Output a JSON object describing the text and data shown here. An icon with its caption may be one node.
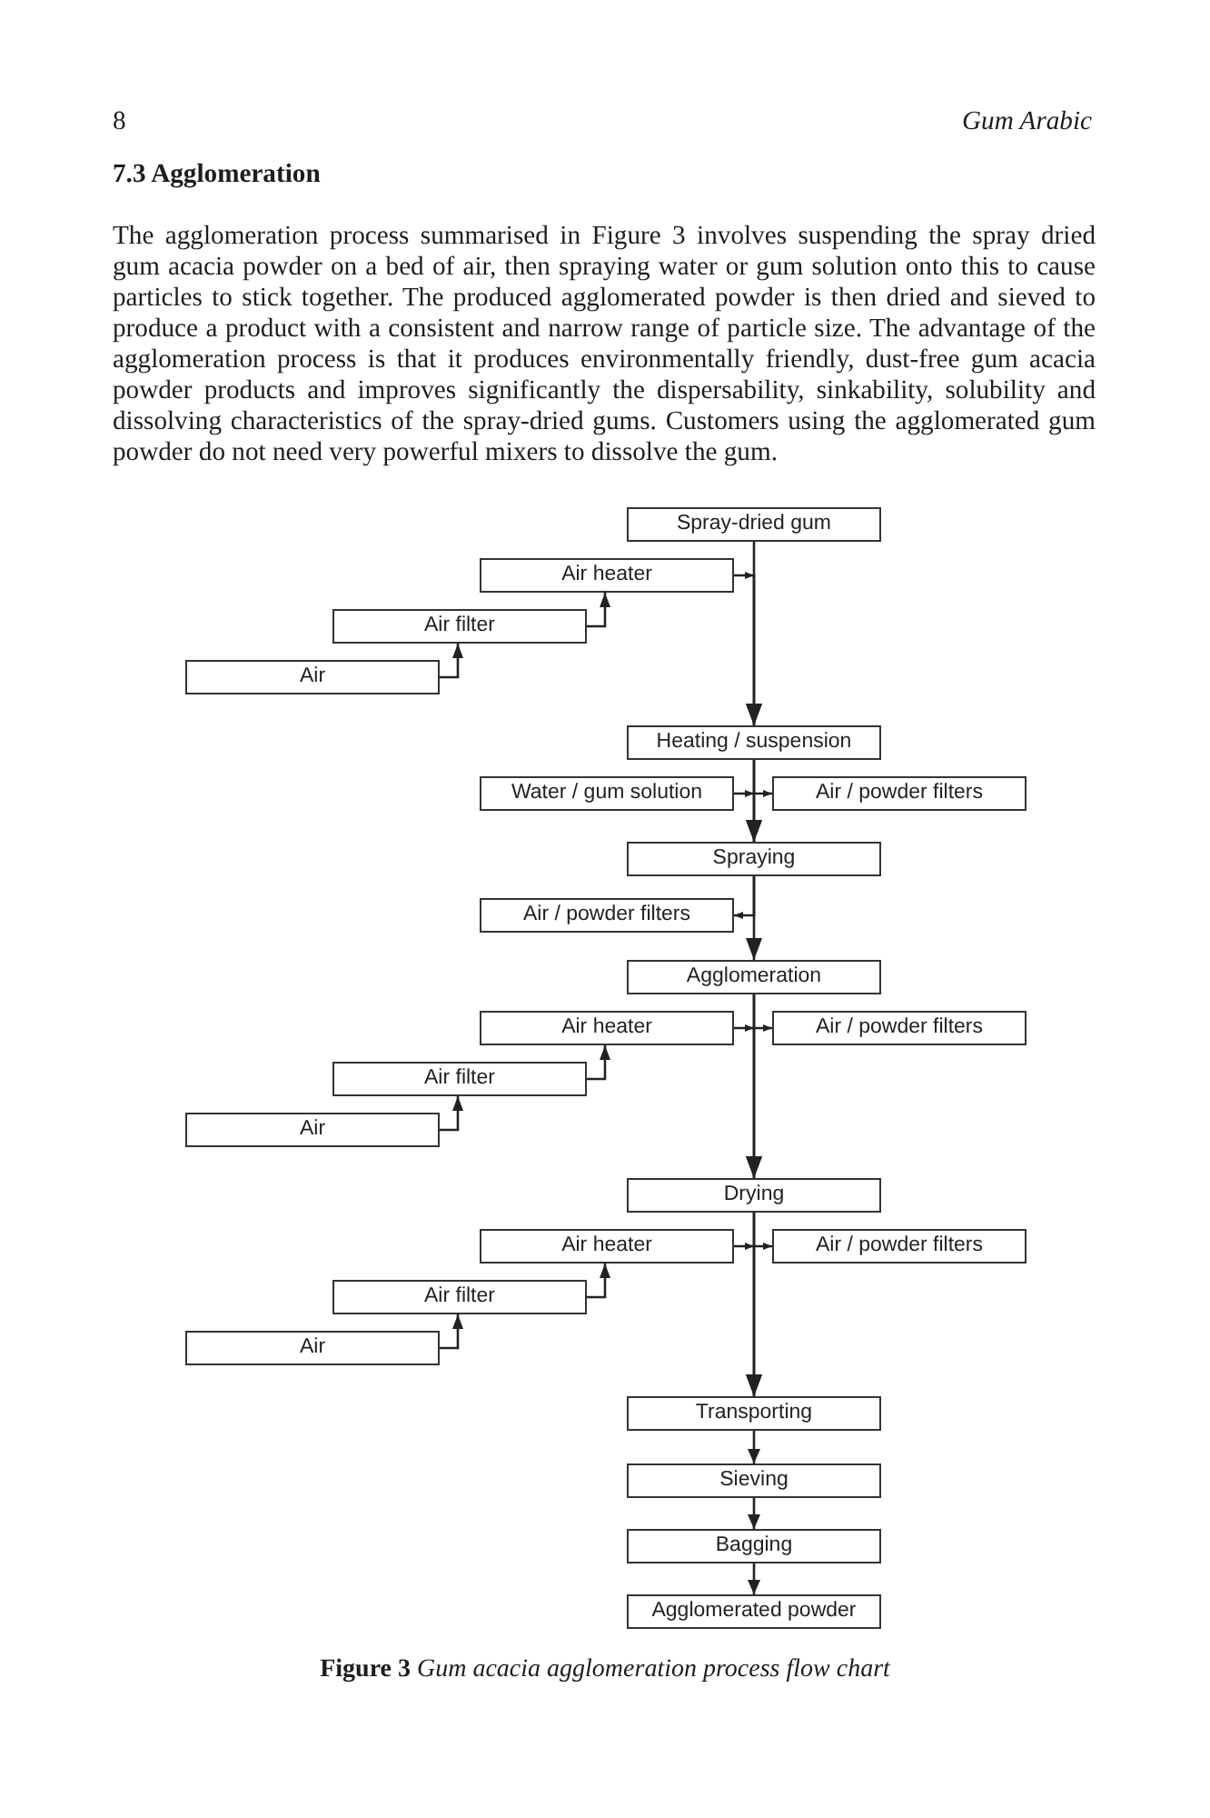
{
  "diagram": {
    "title": "7.3 Agglomeration",
    "caption": "**Figure 3** *Gum acacia agglomeration process flow chart*",
    "labels": [
      "8",
      "Gum Arabic",
      "The agglomeration process summarised in Figure 3 involves suspending the spray dried gum acacia powder on a bed of air, then spraying water or gum solution onto this to cause particles to stick together. The produced agglomerated powder is then dried and sieved to produce a product with a consistent and narrow range of particle size. The advantage of the agglomeration process is that it produces environmentally friendly, dust-free gum acacia powder products and improves significantly the dispersability, sinkability, solubility and dissolving characteristics of the spray-dried gums. Customers using the agglomerated gum powder do not need very powerful mixers to dissolve the gum."
    ],
    "nodes": [
      {
        "text": [
          "Spray-dried gum"
        ]
      },
      {
        "text": [
          "Air heater"
        ]
      },
      {
        "text": [
          "Air filter"
        ]
      },
      {
        "text": [
          "Air"
        ]
      },
      {
        "text": [
          "Heating / suspension"
        ]
      },
      {
        "text": [
          "Water / gum solution"
        ]
      },
      {
        "text": [
          "Air / powder filters"
        ]
      },
      {
        "text": [
          "Spraying"
        ]
      },
      {
        "text": [
          "Air / powder filters"
        ]
      },
      {
        "text": [
          "Agglomeration"
        ]
      },
      {
        "text": [
          "Air heater"
        ]
      },
      {
        "text": [
          "Air / powder filters"
        ]
      },
      {
        "text": [
          "Air filter"
        ]
      },
      {
        "text": [
          "Air"
        ]
      },
      {
        "text": [
          "Drying"
        ]
      },
      {
        "text": [
          "Air heater"
        ]
      },
      {
        "text": [
          "Air / powder filters"
        ]
      },
      {
        "text": [
          "Air filter"
        ]
      },
      {
        "text": [
          "Air"
        ]
      },
      {
        "text": [
          "Transporting"
        ]
      },
      {
        "text": [
          "Sieving"
        ]
      },
      {
        "text": [
          "Bagging"
        ]
      },
      {
        "text": [
          "Agglomerated powder"
        ]
      }
    ],
    "edges": [
      {
        "from": 0,
        "to": 4,
        "arrow": "to"
      },
      {
        "from": 3,
        "to": 2,
        "arrow": "to"
      },
      {
        "from": 2,
        "to": 1,
        "arrow": "to"
      },
      {
        "from": 1,
        "to": 4,
        "arrow": "to"
      },
      {
        "from": 4,
        "to": 7,
        "arrow": "to"
      },
      {
        "from": 5,
        "to": 7,
        "arrow": "to"
      },
      {
        "from": 4,
        "to": 6,
        "arrow": "to"
      },
      {
        "from": 7,
        "to": 9,
        "arrow": "to"
      },
      {
        "from": 7,
        "to": 8,
        "arrow": "to"
      },
      {
        "from": 9,
        "to": 14,
        "arrow": "to"
      },
      {
        "from": 13,
        "to": 12,
        "arrow": "to"
      },
      {
        "from": 12,
        "to": 10,
        "arrow": "to"
      },
      {
        "from": 10,
        "to": 14,
        "arrow": "to"
      },
      {
        "from": 9,
        "to": 11,
        "arrow": "to"
      },
      {
        "from": 14,
        "to": 19,
        "arrow": "to"
      },
      {
        "from": 18,
        "to": 17,
        "arrow": "to"
      },
      {
        "from": 17,
        "to": 15,
        "arrow": "to"
      },
      {
        "from": 15,
        "to": 19,
        "arrow": "to"
      },
      {
        "from": 14,
        "to": 16,
        "arrow": "to"
      },
      {
        "from": 19,
        "to": 20,
        "arrow": "to"
      },
      {
        "from": 20,
        "to": 21,
        "arrow": "to"
      },
      {
        "from": 21,
        "to": 22,
        "arrow": "to"
      }
    ]
  }
}
